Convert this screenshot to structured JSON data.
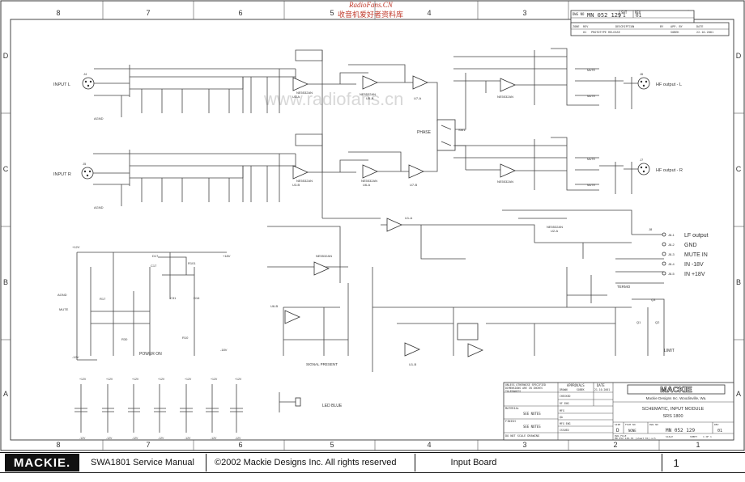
{
  "watermark": {
    "site": "RadioFans.CN",
    "chinese": "收音机爱好者资料库",
    "center": "www.radiofans.cn"
  },
  "grid": {
    "columns": [
      "8",
      "7",
      "6",
      "5",
      "4",
      "3",
      "2",
      "1"
    ],
    "rows": [
      "D",
      "C",
      "B",
      "A"
    ]
  },
  "header": {
    "dwg_no_label": "DWG NO",
    "dwg_no": "MN 052 129",
    "sht_label": "SHT",
    "sht": "1",
    "rev_label": "REV",
    "rev": "01",
    "rev_headers": [
      "ZONE",
      "REV",
      "DESCRIPTION",
      "BY",
      "APP. BY",
      "DATE"
    ],
    "rev_row": [
      "",
      "01",
      "PROTOTYPE RELEASE",
      "",
      "SOBEK",
      "22.10.2001"
    ]
  },
  "labels": {
    "input_l": "INPUT L",
    "input_r": "INPUT R",
    "agnd": "AGND",
    "phase": "PHASE",
    "sw1": "SW1",
    "hf_out_l": "HF output - L",
    "hf_out_r": "HF output - R",
    "power_on": "POWER ON",
    "signal_present": "SIGNAL PRESENT",
    "led_blue": "LED BLUE",
    "termo": "TERMO",
    "limit": "LIMIT",
    "mute_net": "MUTE"
  },
  "components": {
    "u3a": "U3-A",
    "u3b": "U3-B",
    "u5a": "U5-A",
    "u5b": "U5-B",
    "u6a": "U6-A",
    "u6b": "U6-B",
    "u7a": "U7-A",
    "u7b": "U7-B",
    "u1a": "U1-A",
    "u1b": "U1-B",
    "u2a": "U2-A",
    "u4a": "U4-A",
    "u4b": "U4-B",
    "ne5532": "NE5532AN",
    "j4": "J4",
    "j5": "J5",
    "j6": "J6",
    "j7": "J7",
    "j8": "J8",
    "q1": "Q1",
    "q2": "Q2",
    "q3": "Q3",
    "r17": "R17",
    "r30": "R30",
    "r10": "R10",
    "r101": "R101",
    "c17": "C17",
    "c31": "C31",
    "d16": "D16",
    "d17": "D17",
    "k1": "K1"
  },
  "connector": {
    "pins": [
      {
        "id": "J8-1",
        "label": "LF output"
      },
      {
        "id": "J8-2",
        "label": "GND"
      },
      {
        "id": "J8-3",
        "label": "MUTE IN"
      },
      {
        "id": "J8-4",
        "label": "IN -18V"
      },
      {
        "id": "J8-5",
        "label": "IN +18V"
      }
    ]
  },
  "supplies": {
    "pos": "+12V",
    "neg": "-12V",
    "pos18": "+18V",
    "neg18": "-18V"
  },
  "title_block": {
    "tolerances": "UNLESS OTHERWISE SPECIFIED",
    "dims": "DIMENSIONS ARE IN INCHES",
    "tol_label": "TOLERANCES",
    "material_label": "MATERIAL",
    "finish_label": "FINISH",
    "see_notes_1": "SEE NOTES",
    "see_notes_2": "SEE NOTES",
    "no_scale": "DO NOT SCALE DRAWING",
    "approvals": "APPROVALS",
    "date_label": "DATE",
    "drawn_label": "DRAWN",
    "drawn_by": "SOBEK",
    "drawn_date": "21.10.2001",
    "checked_label": "CHECKED",
    "rf_eng": "RF ENG",
    "mfg": "MFG",
    "qa": "QA",
    "mfg_eng": "MFG ENG",
    "issued": "ISSUED",
    "company_logo": "MACKIE",
    "company": "Mackie Designs Inc. Woodinville, Wa.",
    "title_1": "SCHEMATIC, INPUT MODULE",
    "title_2": "SRS 1800",
    "size_label": "SIZE",
    "size": "D",
    "fscm_label": "FSCM NO",
    "fscm": "NONE",
    "dwg_label": "DWG NO",
    "dwg": "MN 052 129",
    "rev_label": "REV",
    "rev": "01",
    "file_label": "DWG FILE",
    "file": "MN 052 129-01 (sheet 01).sch",
    "scale_label": "SCALE",
    "scale": "",
    "sheet_label": "SHEET",
    "sheet": "1 OF 1"
  },
  "footer": {
    "brand": "MACKIE.",
    "manual": "SWA1801 Service Manual",
    "copyright": "©2002 Mackie Designs Inc. All rights reserved",
    "board": "Input Board",
    "page": "1"
  }
}
